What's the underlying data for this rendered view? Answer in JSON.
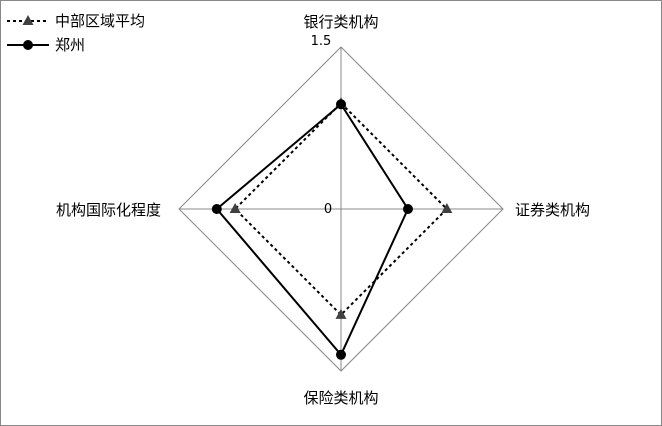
{
  "chart_data": {
    "type": "radar",
    "axes": [
      "银行类机构",
      "证券类机构",
      "保险类机构",
      "机构国际化程度"
    ],
    "range": [
      0,
      1.5
    ],
    "tick_labels": [
      "0",
      "1.5"
    ],
    "series": [
      {
        "name": "中部区域平均",
        "values": [
          0.98,
          0.98,
          0.98,
          0.98
        ],
        "color": "#000000",
        "line_style": "dotted",
        "marker": "triangle",
        "marker_color": "#404040"
      },
      {
        "name": "郑州",
        "values": [
          0.97,
          0.62,
          1.35,
          1.15
        ],
        "color": "#000000",
        "line_style": "solid",
        "marker": "circle",
        "marker_color": "#000000"
      }
    ],
    "grid": "outer-frame",
    "legend_position": "top-left"
  }
}
